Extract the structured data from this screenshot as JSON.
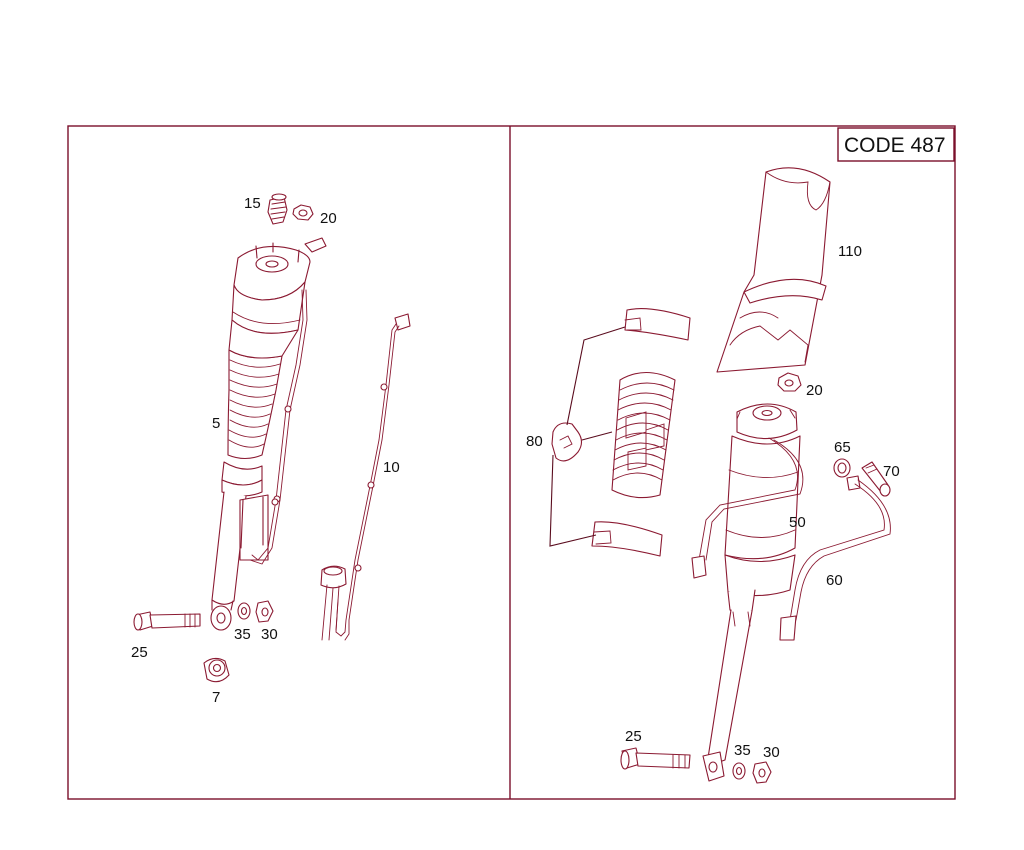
{
  "code_box": {
    "label": "CODE 487"
  },
  "left_panel": {
    "callouts": {
      "c15": "15",
      "c20": "20",
      "c5": "5",
      "c10": "10",
      "c25": "25",
      "c35": "35",
      "c30": "30",
      "c7": "7"
    }
  },
  "right_panel": {
    "callouts": {
      "c110": "110",
      "c20": "20",
      "c80": "80",
      "c65": "65",
      "c70": "70",
      "c50": "50",
      "c60": "60",
      "c25": "25",
      "c35": "35",
      "c30": "30"
    }
  },
  "colors": {
    "line": "#8b1a32",
    "frame": "#7a0f2a",
    "text": "#111111"
  }
}
